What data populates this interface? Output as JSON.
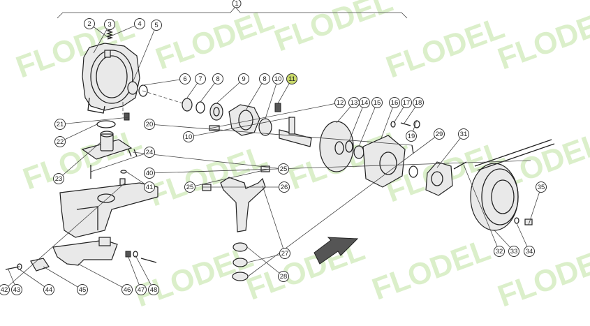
{
  "diagram": {
    "assembly_label": "1",
    "highlighted_label": "11",
    "watermark": "FLODEL",
    "callouts": [
      "1",
      "2",
      "3",
      "4",
      "5",
      "6",
      "7",
      "8",
      "9",
      "8",
      "10",
      "11",
      "10",
      "12",
      "13",
      "14",
      "15",
      "16",
      "17",
      "18",
      "19",
      "20",
      "21",
      "22",
      "23",
      "24",
      "25",
      "25",
      "26",
      "27",
      "28",
      "29",
      "31",
      "32",
      "33",
      "34",
      "35",
      "40",
      "41",
      "42",
      "43",
      "44",
      "45",
      "46",
      "47",
      "48"
    ]
  }
}
